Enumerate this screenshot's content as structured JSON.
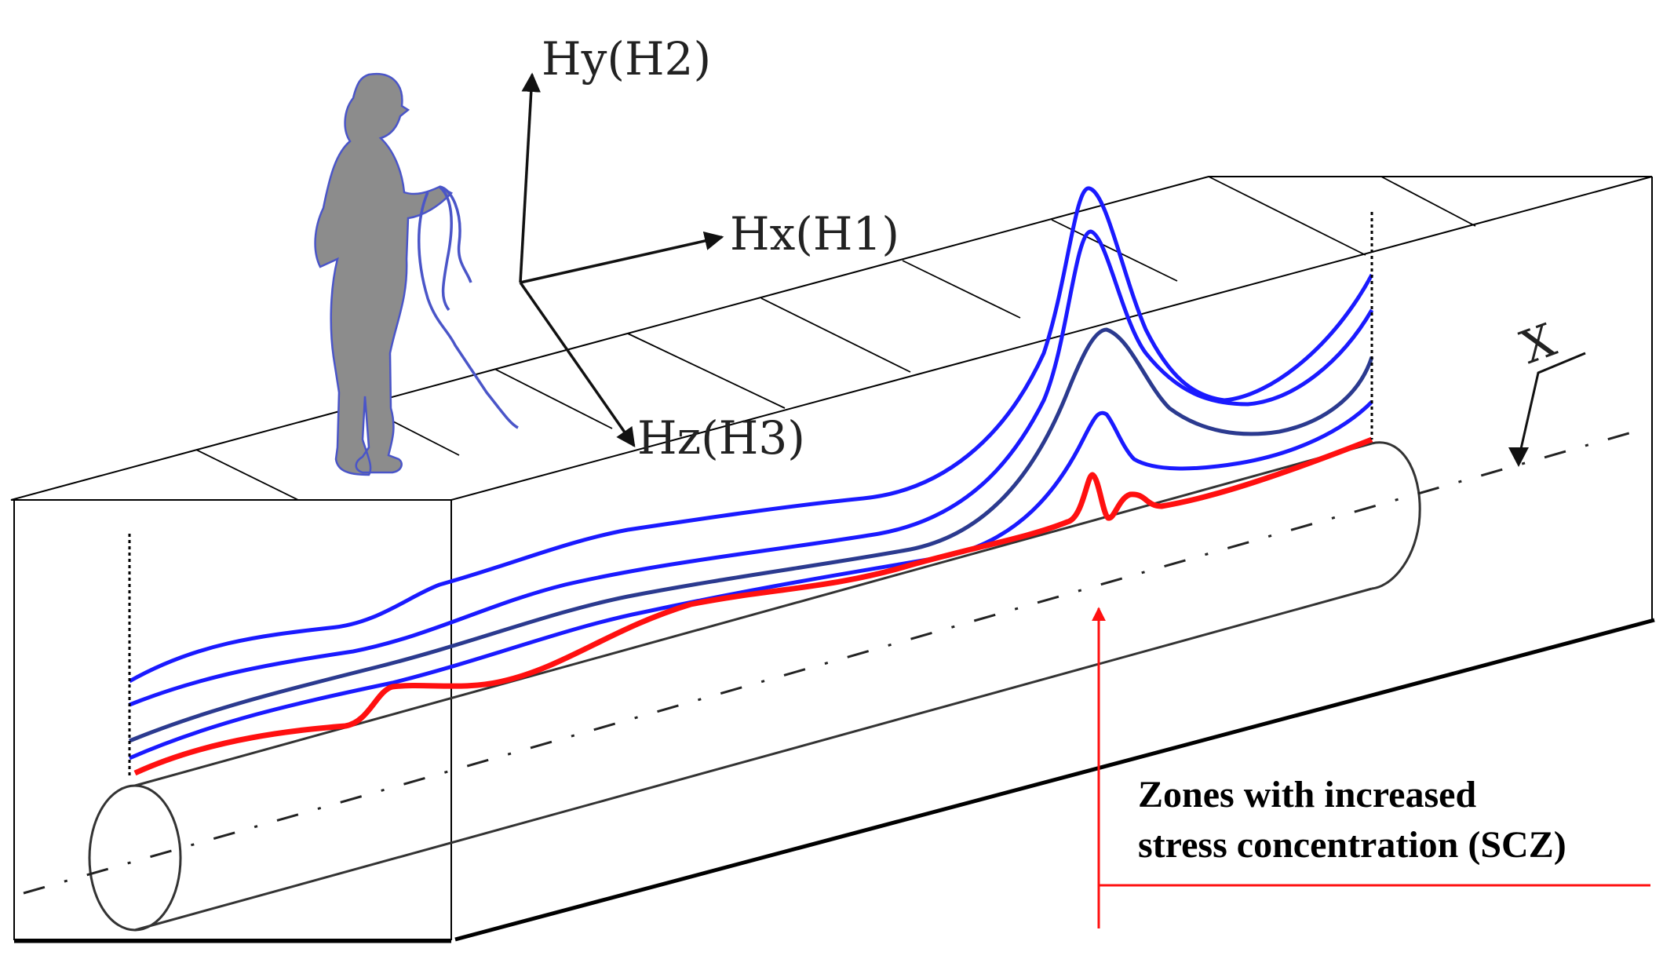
{
  "axes": {
    "hy_label": "Hy(H2)",
    "hx_label": "Hx(H1)",
    "hz_label": "Hz(H3)",
    "x_label": "X"
  },
  "annotation": {
    "line1": "Zones with increased",
    "line2": "stress concentration (SCZ)"
  },
  "colors": {
    "field_curve": "#1a1aff",
    "field_curve_dark": "#2b3a8f",
    "stress_curve": "#ff1010",
    "annotation_arrow": "#ff1010",
    "operator_silhouette": "#8c8c8c",
    "operator_outline": "#4a55c8"
  },
  "icons": {
    "operator": "person-with-magnetometer-icon"
  }
}
